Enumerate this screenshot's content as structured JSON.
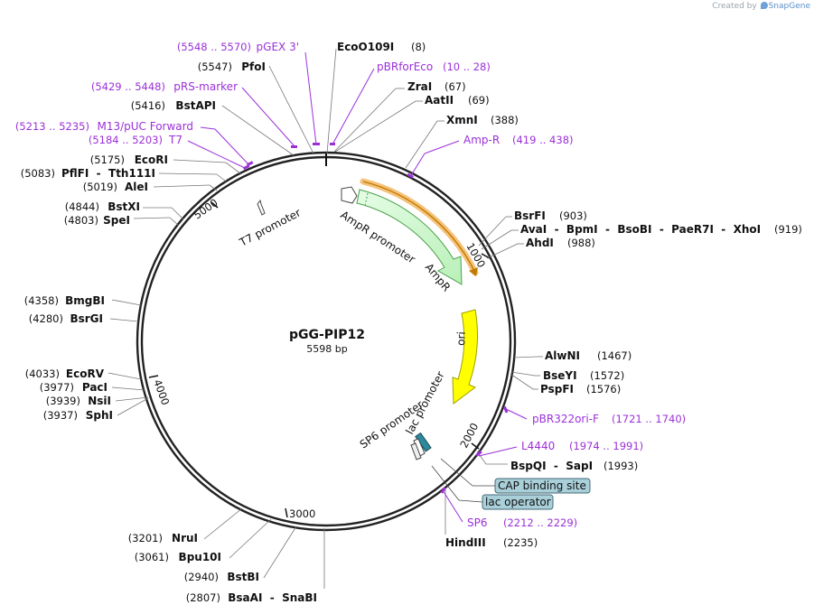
{
  "credit": {
    "prefix": "Created by",
    "brand": "SnapGene"
  },
  "plasmid": {
    "name": "pGG-PIP12",
    "length": "5598 bp"
  },
  "ticks": [
    "1000",
    "2000",
    "3000",
    "4000",
    "5000"
  ],
  "enzymes_right": [
    {
      "name": "EcoO109I",
      "pos": "(8)"
    },
    {
      "name": "ZraI",
      "pos": "(67)"
    },
    {
      "name": "AatII",
      "pos": "(69)"
    },
    {
      "name": "XmnI",
      "pos": "(388)"
    },
    {
      "name": "BsrFI",
      "pos": "(903)"
    },
    {
      "name": "AvaI  -  BpmI  -  BsoBI  -  PaeR7I  -  XhoI",
      "pos": "(919)"
    },
    {
      "name": "AhdI",
      "pos": "(988)"
    },
    {
      "name": "AlwNI",
      "pos": "(1467)"
    },
    {
      "name": "BseYI",
      "pos": "(1572)"
    },
    {
      "name": "PspFI",
      "pos": "(1576)"
    },
    {
      "name": "BspQI  -  SapI",
      "pos": "(1993)"
    },
    {
      "name": "HindIII",
      "pos": "(2235)"
    }
  ],
  "enzymes_left": [
    {
      "name": "PfoI",
      "pos": "(5547)"
    },
    {
      "name": "BstAPI",
      "pos": "(5416)"
    },
    {
      "name": "EcoRI",
      "pos": "(5175)"
    },
    {
      "name": "PflFI  -  Tth111I",
      "pos": "(5083)"
    },
    {
      "name": "AleI",
      "pos": "(5019)"
    },
    {
      "name": "BstXI",
      "pos": "(4844)"
    },
    {
      "name": "SpeI",
      "pos": "(4803)"
    },
    {
      "name": "BmgBI",
      "pos": "(4358)"
    },
    {
      "name": "BsrGI",
      "pos": "(4280)"
    },
    {
      "name": "EcoRV",
      "pos": "(4033)"
    },
    {
      "name": "PacI",
      "pos": "(3977)"
    },
    {
      "name": "NsiI",
      "pos": "(3939)"
    },
    {
      "name": "SphI",
      "pos": "(3937)"
    },
    {
      "name": "NruI",
      "pos": "(3201)"
    },
    {
      "name": "Bpu10I",
      "pos": "(3061)"
    },
    {
      "name": "BstBI",
      "pos": "(2940)"
    },
    {
      "name": "BsaAI  -  SnaBI",
      "pos": "(2807)"
    }
  ],
  "primers": [
    {
      "name": "pGEX 3'",
      "pos": "(5548 .. 5570)"
    },
    {
      "name": "pBRforEco",
      "pos": "(10 .. 28)"
    },
    {
      "name": "pRS-marker",
      "pos": "(5429 .. 5448)"
    },
    {
      "name": "M13/pUC Forward",
      "pos": "(5213 .. 5235)"
    },
    {
      "name": "T7",
      "pos": "(5184 .. 5203)"
    },
    {
      "name": "Amp-R",
      "pos": "(419 .. 438)"
    },
    {
      "name": "pBR322ori-F",
      "pos": "(1721 .. 1740)"
    },
    {
      "name": "L4440",
      "pos": "(1974 .. 1991)"
    },
    {
      "name": "SP6",
      "pos": "(2212 .. 2229)"
    }
  ],
  "features": {
    "ampr_promoter": "AmpR promoter",
    "ampr": "AmpR",
    "ori": "ori",
    "t7_promoter": "T7 promoter",
    "sp6_promoter": "SP6 promoter",
    "lac_promoter": "lac promoter",
    "cap_binding_site": "CAP binding site",
    "lac_operator": "lac operator"
  },
  "colors": {
    "backbone": "#222222",
    "primer": "#9b30d9",
    "ampr_fill": "#ccf8cc",
    "ampr_stroke": "#4aa04a",
    "ori_fill": "#ffff00",
    "ori_stroke": "#a0a000",
    "orf_highlight": "#f5c27a",
    "orf_line": "#c07a00",
    "box_fill": "#a9cfd9",
    "box_stroke": "#446a78",
    "lac_fill": "#2b8a9e"
  }
}
